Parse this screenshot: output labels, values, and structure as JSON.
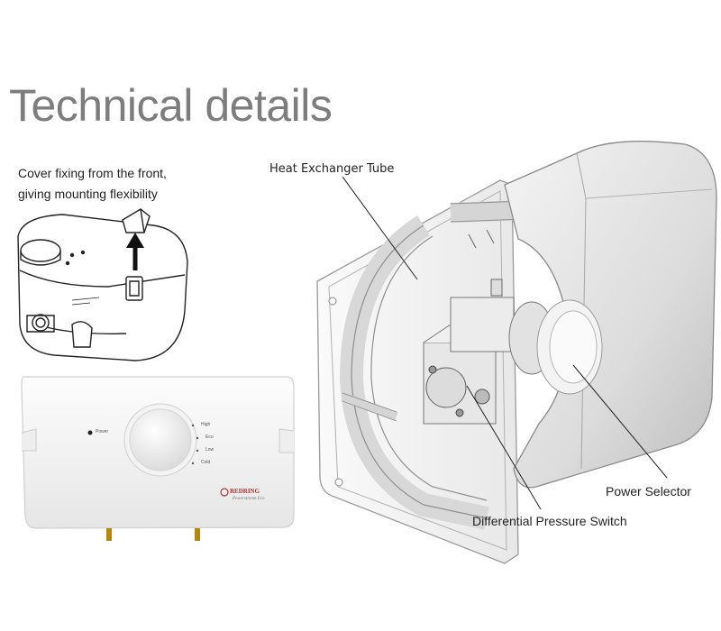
{
  "title": "Technical details",
  "cover_note": {
    "line1": "Cover fixing from the front,",
    "line2": "giving mounting flexibility"
  },
  "callouts": {
    "heat_exchanger": "Heat Exchanger Tube",
    "power_selector": "Power Selector",
    "diff_pressure": "Differential Pressure Switch"
  },
  "unit_panel": {
    "power_led": "Power",
    "modes": [
      "High",
      "Eco",
      "Low",
      "Cold"
    ],
    "brand": "REDRING",
    "model": "Powerstream Eco"
  }
}
